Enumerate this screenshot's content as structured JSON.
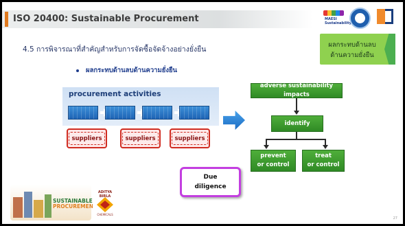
{
  "slide": {
    "title": "ISO 20400: Sustainable Procurement",
    "subtitle": "4.5 การพิจารณาที่สำคัญสำหรับการจัดซื้อจัดจ้างอย่างยั่งยืน",
    "bullet": "ผลกระทบด้านลบด้านความยั่งยืน",
    "tag": {
      "line1": "ผลกระทบด้านลบ",
      "line2": "ด้านความยั่งยืน"
    },
    "logos": {
      "maesi_text": "MAESI Sustainability",
      "aditya_name": "ADITYA BIRLA",
      "aditya_sub": "CHEMICALS"
    },
    "procurement": {
      "title": "procurement activities",
      "suppliers": [
        "suppliers",
        "suppliers",
        "suppliers"
      ]
    },
    "flow": {
      "adverse": "adverse sustainability impacts",
      "identify": "identify",
      "prevent_line1": "prevent",
      "prevent_line2": "or control",
      "treat_line1": "treat",
      "treat_line2": "or control"
    },
    "due": {
      "line1": "Due",
      "line2": "diligence"
    },
    "footer": {
      "sp_line1": "SUSTAINABLE",
      "sp_line2": "PROCUREMENT"
    },
    "page_number": "27"
  },
  "colors": {
    "title_accent": "#e07a1f",
    "green": "#2f8a25",
    "blue_arrow": "#1a6cc4",
    "supplier_red": "#d02b20",
    "due_border": "#c33ee0",
    "tag_green": "#8fd14f"
  }
}
